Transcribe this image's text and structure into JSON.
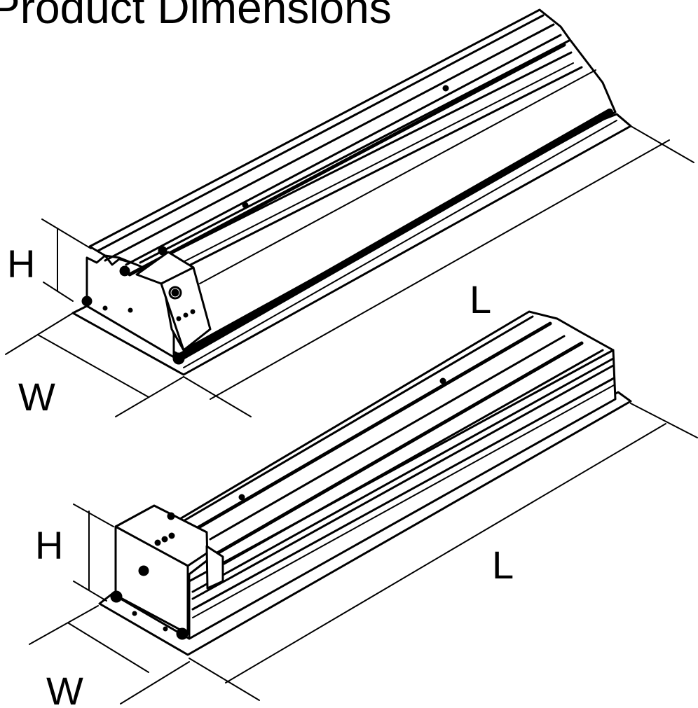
{
  "page": {
    "title": "Product Dimensions"
  },
  "fixtures": [
    {
      "name": "upper-fixture",
      "labels": {
        "height": "H",
        "width": "W",
        "length": "L"
      }
    },
    {
      "name": "lower-fixture",
      "labels": {
        "height": "H",
        "width": "W",
        "length": "L"
      }
    }
  ]
}
